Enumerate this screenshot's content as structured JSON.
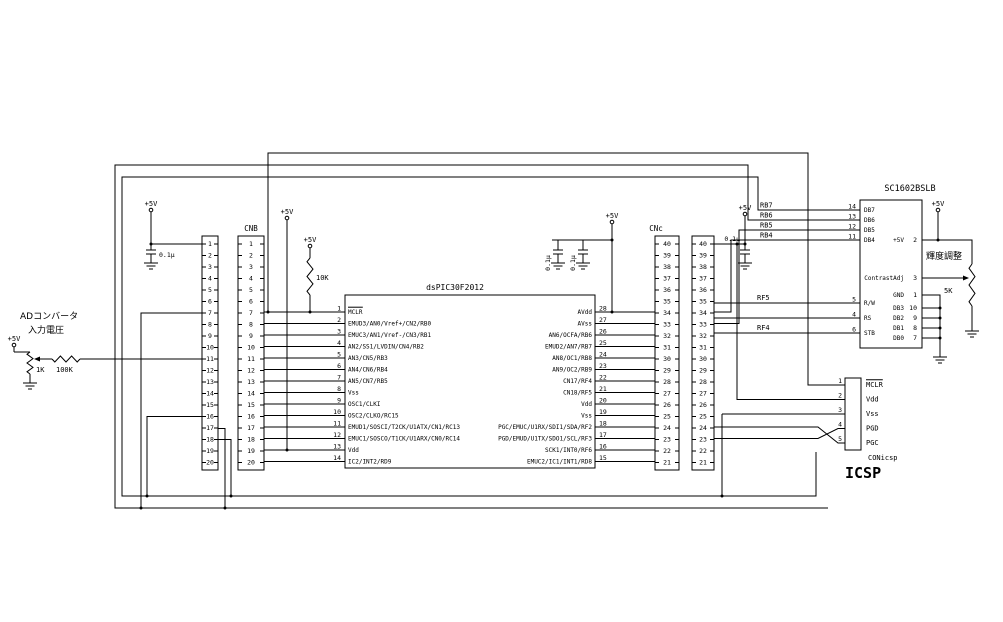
{
  "supply_label": "+5V",
  "capacitor_value": "0.1μ",
  "pullup_resistor": "10K",
  "ad_section": {
    "line1": "ADコンバータ",
    "line2": "入力電圧",
    "pot": "1K",
    "resistor": "100K"
  },
  "connectors": {
    "cnb": {
      "label": "CNB",
      "pins": [
        "1",
        "2",
        "3",
        "4",
        "5",
        "6",
        "7",
        "8",
        "9",
        "10",
        "11",
        "12",
        "13",
        "14",
        "15",
        "16",
        "17",
        "18",
        "19",
        "20"
      ]
    },
    "cnc": {
      "label": "CNc",
      "pins": [
        "40",
        "39",
        "38",
        "37",
        "36",
        "35",
        "34",
        "33",
        "32",
        "31",
        "30",
        "29",
        "28",
        "27",
        "26",
        "25",
        "24",
        "23",
        "22",
        "21"
      ]
    }
  },
  "chip": {
    "name": "dsPIC30F2012",
    "left_pins": [
      {
        "num": "1",
        "name": "MCLR",
        "overline": true
      },
      {
        "num": "2",
        "name": "EMUD3/AN0/Vref+/CN2/RB0"
      },
      {
        "num": "3",
        "name": "EMUC3/AN1/Vref-/CN3/RB1"
      },
      {
        "num": "4",
        "name": "AN2/SS1/LVDIN/CN4/RB2"
      },
      {
        "num": "5",
        "name": "AN3/CN5/RB3"
      },
      {
        "num": "6",
        "name": "AN4/CN6/RB4"
      },
      {
        "num": "7",
        "name": "AN5/CN7/RB5"
      },
      {
        "num": "8",
        "name": "Vss"
      },
      {
        "num": "9",
        "name": "OSC1/CLKI"
      },
      {
        "num": "10",
        "name": "OSC2/CLKO/RC15"
      },
      {
        "num": "11",
        "name": "EMUD1/SOSCI/T2CK/U1ATX/CN1/RC13"
      },
      {
        "num": "12",
        "name": "EMUC1/SOSCO/T1CK/U1ARX/CN0/RC14"
      },
      {
        "num": "13",
        "name": "Vdd"
      },
      {
        "num": "14",
        "name": "IC2/INT2/RD9"
      }
    ],
    "right_pins": [
      {
        "num": "28",
        "name": "AVdd"
      },
      {
        "num": "27",
        "name": "AVss"
      },
      {
        "num": "26",
        "name": "AN6/OCFA/RB6"
      },
      {
        "num": "25",
        "name": "EMUD2/AN7/RB7"
      },
      {
        "num": "24",
        "name": "AN8/OC1/RB8"
      },
      {
        "num": "23",
        "name": "AN9/OC2/RB9"
      },
      {
        "num": "22",
        "name": "CN17/RF4"
      },
      {
        "num": "21",
        "name": "CN18/RF5"
      },
      {
        "num": "20",
        "name": "Vdd"
      },
      {
        "num": "19",
        "name": "Vss"
      },
      {
        "num": "18",
        "name": "PGC/EMUC/U1RX/SDI1/SDA/RF2"
      },
      {
        "num": "17",
        "name": "PGD/EMUD/U1TX/SDO1/SCL/RF3"
      },
      {
        "num": "16",
        "name": "SCK1/INT0/RF6"
      },
      {
        "num": "15",
        "name": "EMUC2/IC1/INT1/RD8"
      }
    ]
  },
  "lcd": {
    "name": "SC1602BSLB",
    "left_pins": [
      {
        "num": "14",
        "name": "DB7"
      },
      {
        "num": "13",
        "name": "DB6"
      },
      {
        "num": "12",
        "name": "DB5"
      },
      {
        "num": "11",
        "name": "DB4"
      },
      {
        "num": "5",
        "name": "R/W"
      },
      {
        "num": "4",
        "name": "RS"
      },
      {
        "num": "6",
        "name": "STB"
      }
    ],
    "right_pins": [
      {
        "num": "2",
        "name": "+5V"
      },
      {
        "num": "3",
        "name": "ContrastAdj"
      },
      {
        "num": "1",
        "name": "GND"
      },
      {
        "num": "10",
        "name": "DB3"
      },
      {
        "num": "9",
        "name": "DB2"
      },
      {
        "num": "8",
        "name": "DB1"
      },
      {
        "num": "7",
        "name": "DB0"
      }
    ],
    "brightness_label": "輝度調整",
    "pot": "5K"
  },
  "icsp": {
    "heading": "ICSP",
    "connector": "CONicsp",
    "pins": [
      {
        "num": "1",
        "name": "MCLR",
        "overline": true
      },
      {
        "num": "2",
        "name": "Vdd"
      },
      {
        "num": "3",
        "name": "Vss"
      },
      {
        "num": "4",
        "name": "PGD"
      },
      {
        "num": "5",
        "name": "PGC"
      }
    ]
  },
  "signal_labels": {
    "rb": [
      "RB7",
      "RB6",
      "RB5",
      "RB4"
    ],
    "rf5": "RF5",
    "rf4": "RF4"
  }
}
